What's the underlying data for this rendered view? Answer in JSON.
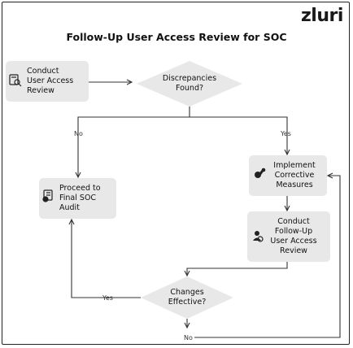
{
  "logo": {
    "text": "zluri"
  },
  "title": "Follow-Up User Access Review for SOC",
  "nodes": {
    "conduct_review": {
      "line1": "Conduct",
      "line2": "User Access",
      "line3": "Review",
      "icon": "search-document-icon"
    },
    "discrepancies": {
      "line1": "Discrepancies",
      "line2": "Found?"
    },
    "proceed_audit": {
      "line1": "Proceed to",
      "line2": "Final SOC",
      "line3": "Audit",
      "icon": "checklist-icon"
    },
    "implement": {
      "line1": "Implement",
      "line2": "Corrective",
      "line3": "Measures",
      "icon": "wrench-icon"
    },
    "followup_review": {
      "line1": "Conduct",
      "line2": "Follow-Up",
      "line3": "User Access",
      "line4": "Review",
      "icon": "user-review-icon"
    },
    "changes_effective": {
      "line1": "Changes",
      "line2": "Effective?"
    }
  },
  "edges": {
    "no_1": "No",
    "yes_1": "Yes",
    "yes_2": "Yes",
    "no_2": "No"
  },
  "colors": {
    "node_fill": "#e8e8e8",
    "line": "#333333"
  }
}
